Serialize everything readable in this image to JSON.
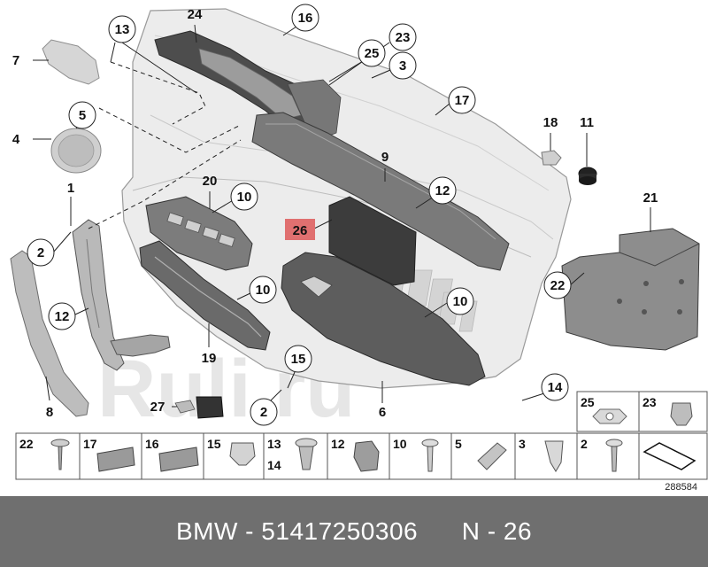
{
  "diagram": {
    "watermark": "Ruli.ru",
    "drawing_id": "288584",
    "callouts": [
      "13",
      "24",
      "16",
      "23",
      "25",
      "3",
      "7",
      "5",
      "4",
      "17",
      "18",
      "11",
      "9",
      "1",
      "20",
      "10",
      "12",
      "21",
      "2",
      "26",
      "22",
      "12",
      "10",
      "10",
      "19",
      "15",
      "14",
      "8",
      "27",
      "2",
      "6"
    ],
    "highlighted_callout": "26",
    "highlight_color": "#e07070",
    "legend_top": [
      "25",
      "23"
    ],
    "legend_bottom": [
      "22",
      "17",
      "16",
      "15",
      "13",
      "14",
      "12",
      "10",
      "5",
      "3",
      "2"
    ]
  },
  "footer": {
    "brand": "BMW",
    "part_number": "51417250306",
    "position_label": "N - 26"
  }
}
